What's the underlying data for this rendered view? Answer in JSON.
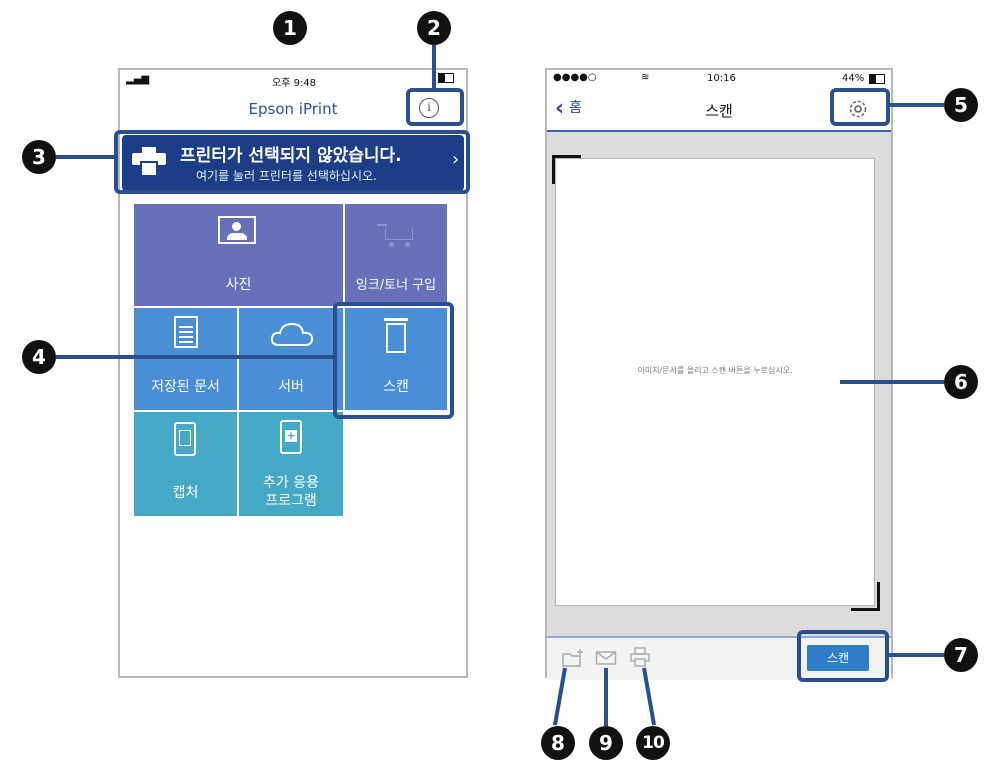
{
  "left_phone": {
    "status_time": "오후 9:48",
    "app_title": "Epson iPrint",
    "banner": {
      "title": "프린터가 선택되지 않았습니다.",
      "subtitle": "여기를 눌러 프린터를 선택하십시오.",
      "arrow": "›"
    },
    "tiles": {
      "photo": "사진",
      "ink": "잉크/토너 구입",
      "docs": "저장된 문서",
      "server": "서버",
      "scan": "스캔",
      "capture": "캡처",
      "more_line1": "추가 응용",
      "more_line2": "프로그램"
    }
  },
  "right_phone": {
    "status_time": "10:16",
    "status_battery": "44%",
    "back_label": "홈",
    "title": "스캔",
    "instruction": "이미지/문서를 올리고 스캔 버튼을 누르십시오.",
    "scan_button": "스캔"
  },
  "callouts": [
    "1",
    "2",
    "3",
    "4",
    "5",
    "6",
    "7",
    "8",
    "9",
    "10"
  ],
  "colors": {
    "highlight": "#2b4f8c",
    "banner": "#1b3e86",
    "tile_purple": "#6770b8",
    "tile_blue": "#4a8fd6",
    "tile_teal": "#45a8c6",
    "scan_button": "#2e7fc8"
  }
}
